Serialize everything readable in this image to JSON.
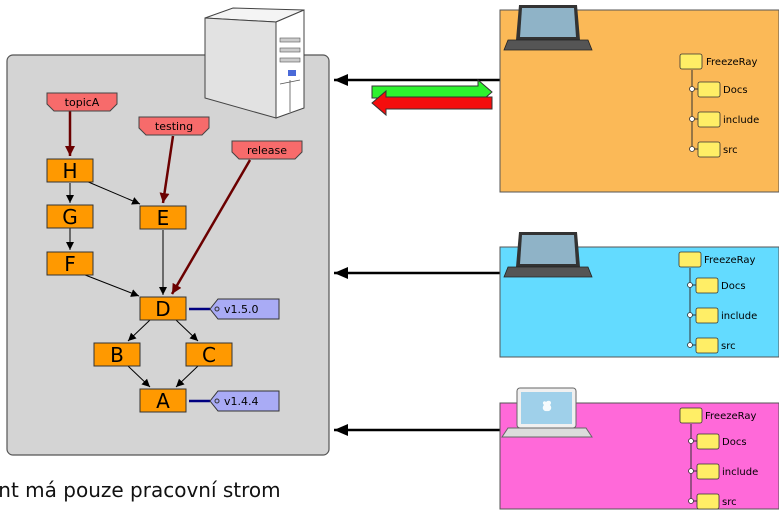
{
  "repository": {
    "commits": [
      "H",
      "G",
      "F",
      "E",
      "D",
      "B",
      "C",
      "A"
    ],
    "branches": [
      "topicA",
      "testing",
      "release"
    ],
    "tags": [
      "v1.5.0",
      "v1.4.4"
    ]
  },
  "clients": [
    {
      "device": "laptop",
      "folders": {
        "root": "FreezeRay",
        "children": [
          "Docs",
          "include",
          "src"
        ]
      }
    },
    {
      "device": "laptop",
      "folders": {
        "root": "FreezeRay",
        "children": [
          "Docs",
          "include",
          "src"
        ]
      }
    },
    {
      "device": "macbook",
      "folders": {
        "root": "FreezeRay",
        "children": [
          "Docs",
          "include",
          "src"
        ]
      }
    }
  ],
  "caption": "ent má pouze pracovní strom",
  "colors": {
    "repo_bg": "#d4d4d4",
    "commit": "#ff9900",
    "branch": "#f76b6b",
    "tag": "#a9abf5",
    "client1": "#fbb957",
    "client2": "#63dbff",
    "client3": "#ff69d9",
    "arrow_push": "#2ef22e",
    "arrow_pull": "#f50d0d",
    "branch_line": "#6b0000"
  }
}
